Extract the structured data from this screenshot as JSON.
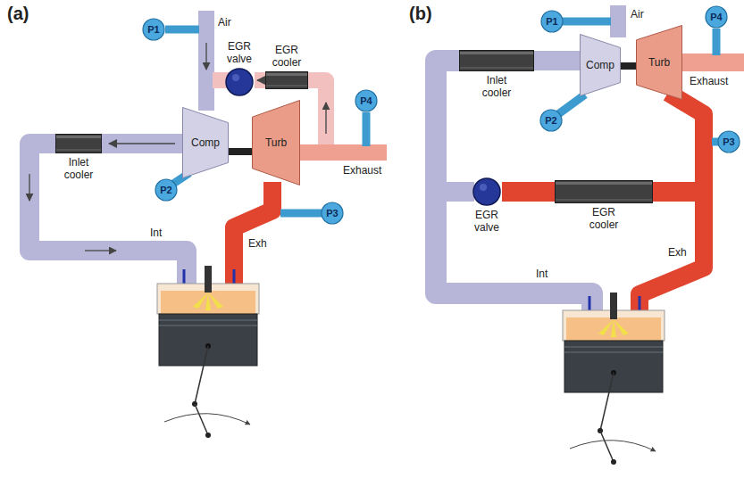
{
  "diagram": {
    "nodes": [
      {
        "text": [
          "P1"
        ]
      },
      {
        "text": [
          "Comp"
        ]
      },
      {
        "text": [
          "Turb"
        ]
      },
      {
        "text": [
          "EGR valve"
        ]
      },
      {
        "text": [
          "EGR cooler"
        ]
      },
      {
        "text": [
          "P4"
        ]
      },
      {
        "text": [
          "Inlet cooler"
        ]
      },
      {
        "text": [
          "P2"
        ]
      },
      {
        "text": [
          "P3"
        ]
      },
      {
        "text": [
          "P1"
        ]
      },
      {
        "text": [
          "Comp"
        ]
      },
      {
        "text": [
          "Turb"
        ]
      },
      {
        "text": [
          "P4"
        ]
      },
      {
        "text": [
          "Inlet cooler"
        ]
      },
      {
        "text": [
          "P2"
        ]
      },
      {
        "text": [
          "P3"
        ]
      },
      {
        "text": [
          "EGR valve"
        ]
      },
      {
        "text": [
          "EGR cooler"
        ]
      }
    ],
    "edges": [
      {
        "from": 1,
        "to": 6,
        "arrow": "to"
      },
      {
        "from": 4,
        "to": 3,
        "arrow": "to"
      },
      {
        "from": 1,
        "to": 2,
        "arrow": "none"
      },
      {
        "from": 10,
        "to": 13,
        "arrow": "none"
      },
      {
        "from": 17,
        "to": 16,
        "arrow": "none"
      },
      {
        "from": 10,
        "to": 11,
        "arrow": "none"
      }
    ],
    "labels": [
      "(a)",
      "Air",
      "Exhaust",
      "Int",
      "Exh",
      "(b)",
      "Air",
      "Exhaust",
      "Int",
      "Exh"
    ]
  }
}
